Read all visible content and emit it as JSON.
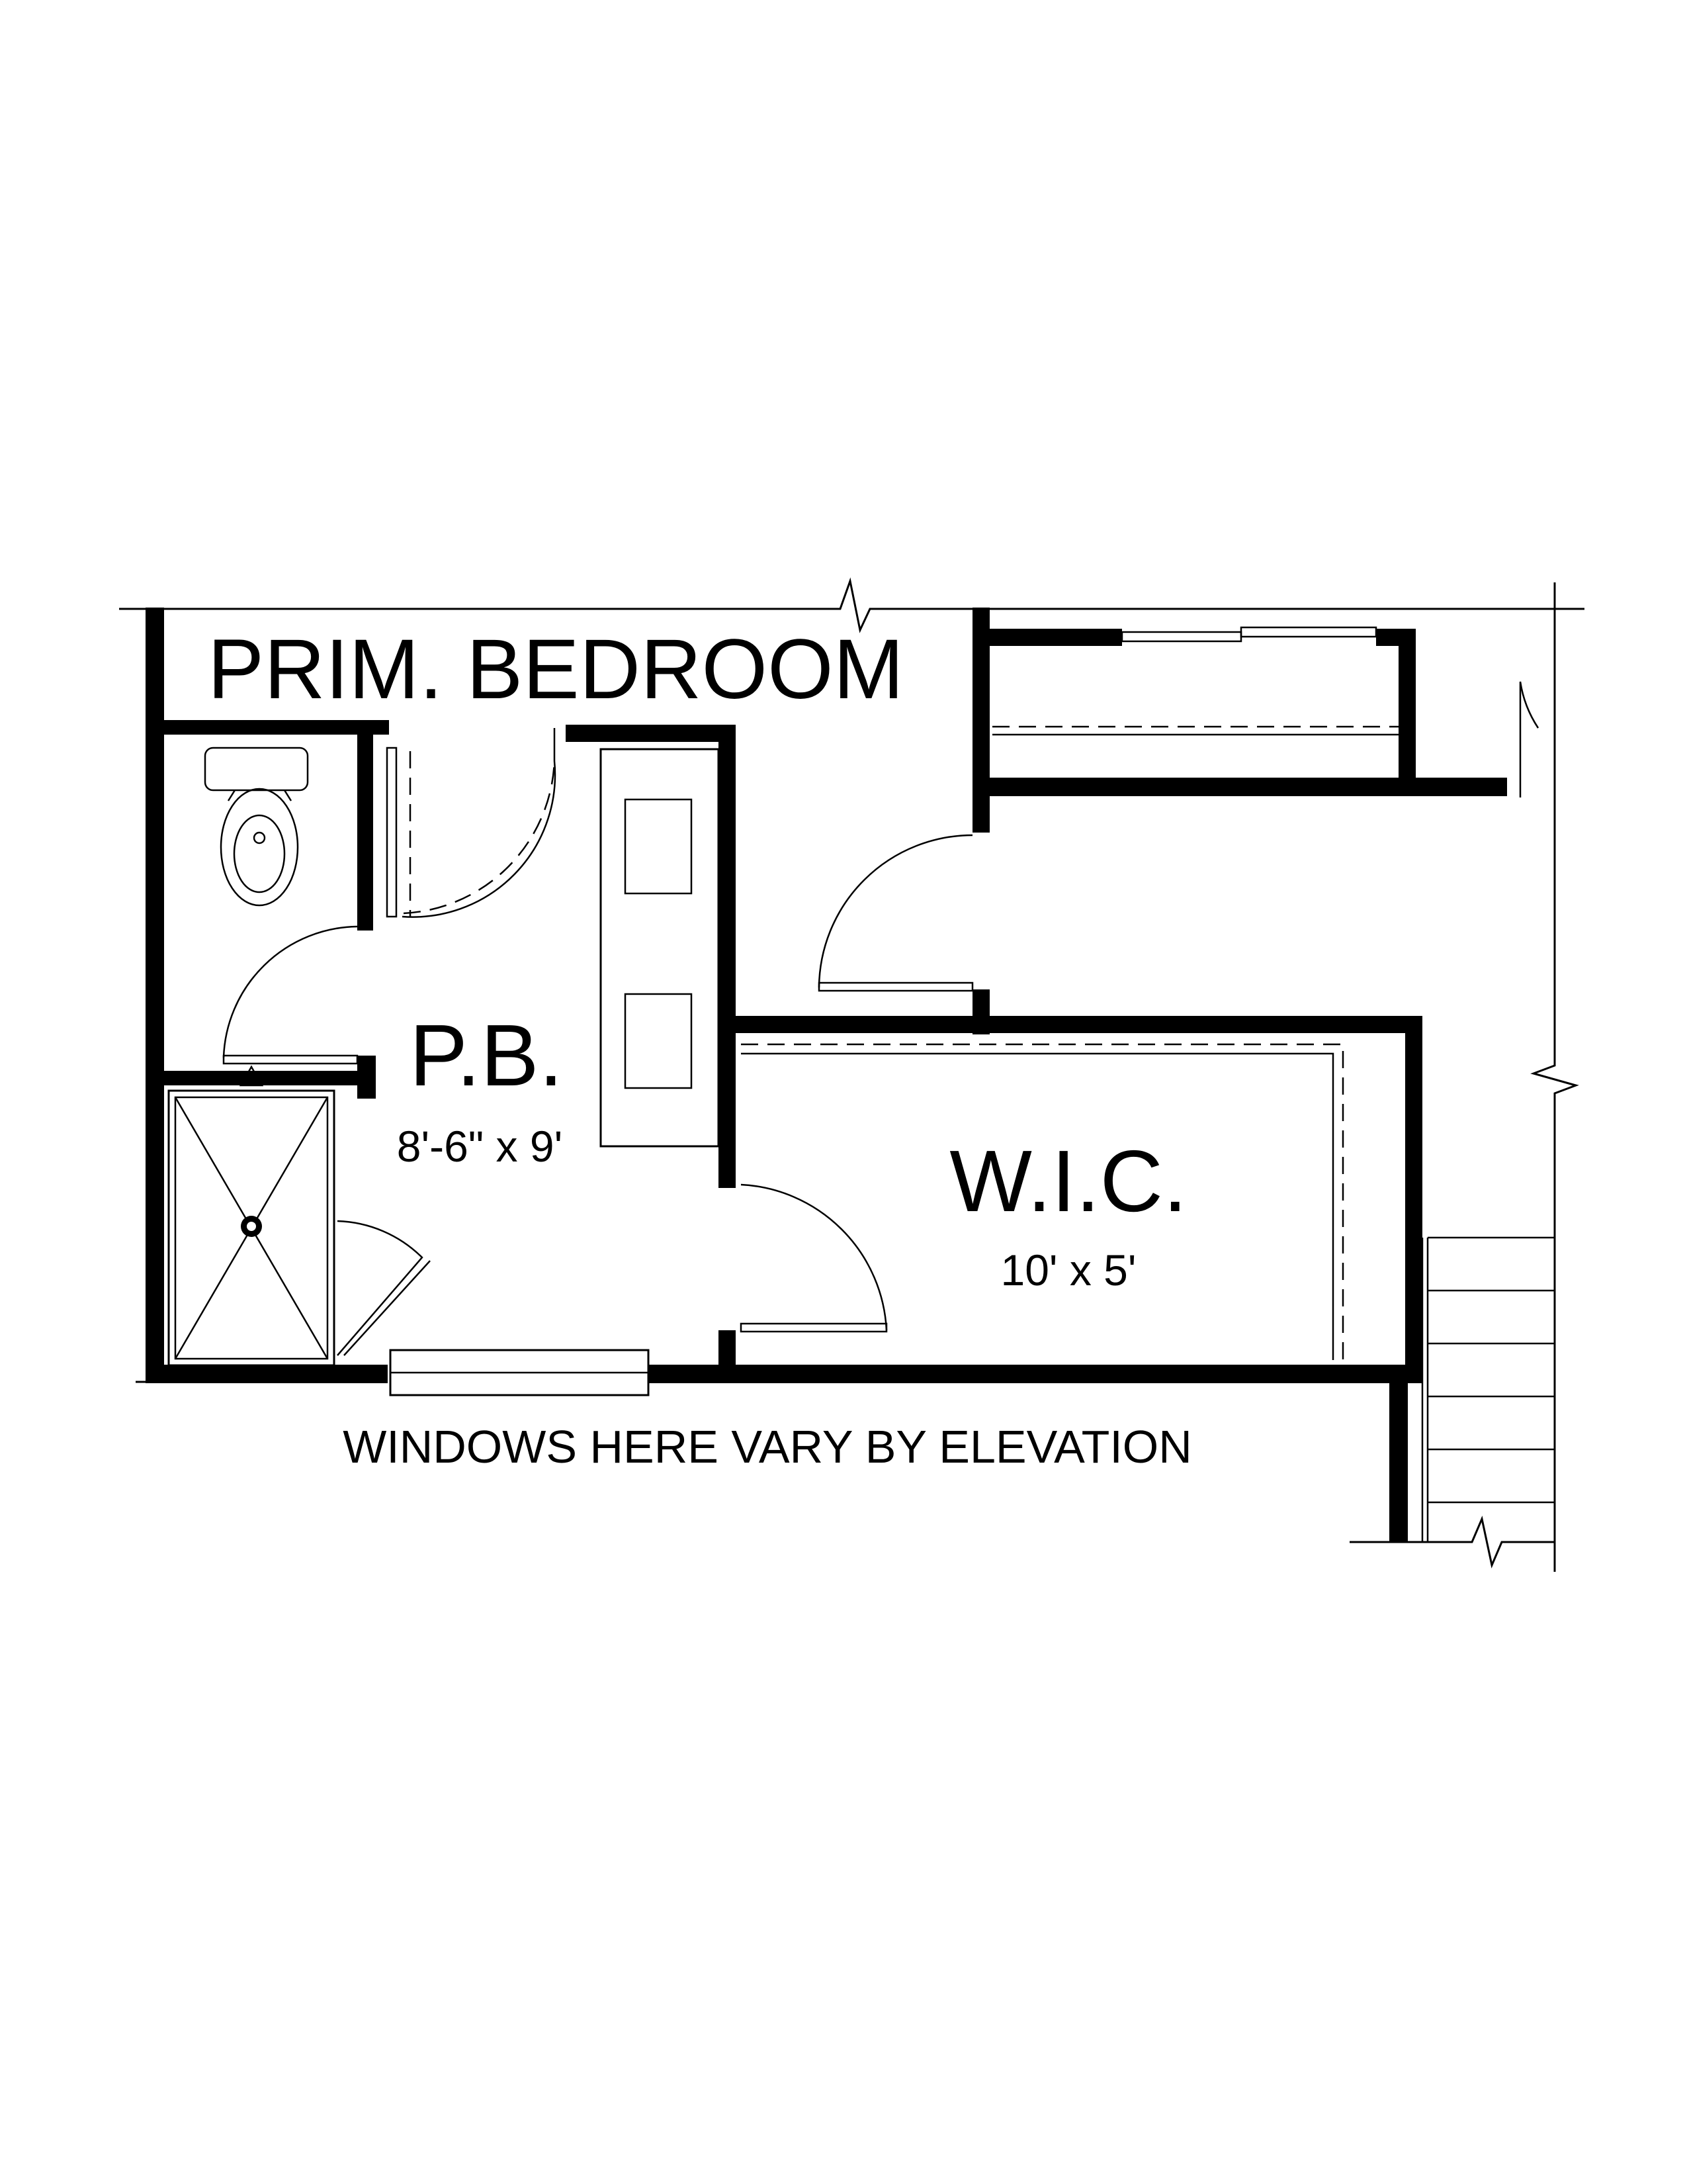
{
  "rooms": {
    "primary_bedroom": {
      "name": "PRIM. BEDROOM"
    },
    "primary_bath": {
      "name": "P.B.",
      "dimensions": "8'-6\" x 9'"
    },
    "walk_in_closet": {
      "name": "W.I.C.",
      "dimensions": "10' x 5'"
    }
  },
  "notes": {
    "windows": "WINDOWS HERE VARY BY ELEVATION"
  }
}
